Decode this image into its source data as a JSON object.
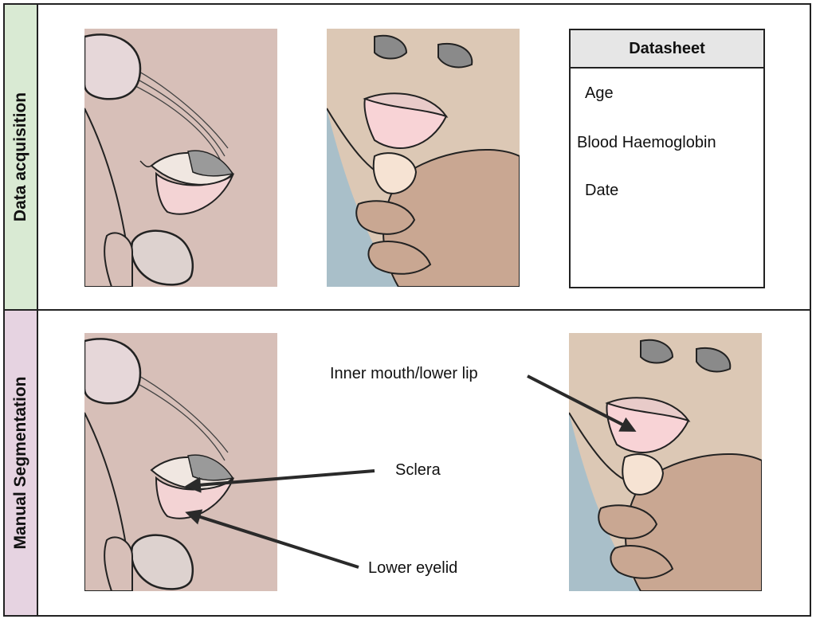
{
  "rows": [
    {
      "label": "Data acquisition",
      "color": "#d9ead3"
    },
    {
      "label": "Manual Segmentation",
      "color": "#e6d3e1"
    }
  ],
  "datasheet": {
    "title": "Datasheet",
    "fields": [
      "Age",
      "Blood Haemoglobin",
      "Date"
    ]
  },
  "annotations": {
    "inner_mouth": "Inner mouth/lower lip",
    "sclera": "Sclera",
    "lower_eyelid": "Lower eyelid"
  },
  "colors": {
    "skin": "#d7bfb8",
    "skin_mouth_bg": "#dcc8b5",
    "blue_bg": "#a9bfc9",
    "finger": "#c9a792",
    "nail": "#f6e3d3",
    "lip": "#e8cbc9",
    "inner_mouth": "#f8d3d6",
    "sclera": "#f0e7e1",
    "iris": "#9a9a9a",
    "eyelid_pink": "#f3d3d4",
    "outline": "#222222"
  }
}
